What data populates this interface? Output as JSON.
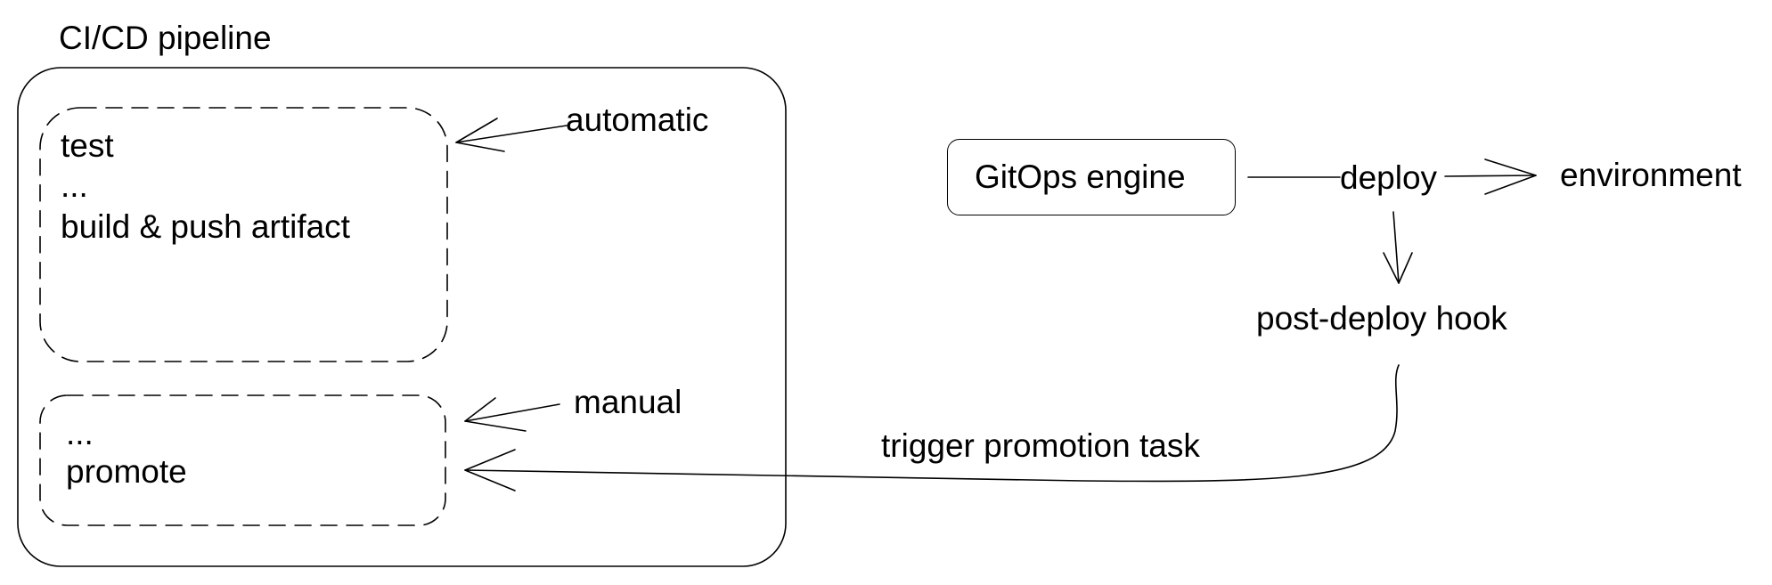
{
  "pipeline": {
    "title": "CI/CD pipeline",
    "automatic_stage": {
      "lines": [
        "test",
        "...",
        "build & push artifact"
      ],
      "trigger_label": "automatic"
    },
    "manual_stage": {
      "lines": [
        "...",
        "promote"
      ],
      "trigger_label": "manual"
    }
  },
  "gitops": {
    "engine_label": "GitOps engine",
    "deploy_label": "deploy",
    "environment_label": "environment",
    "hook_label": "post-deploy hook",
    "promotion_label": "trigger promotion task"
  },
  "colors": {
    "stroke": "#000000",
    "background": "#ffffff"
  }
}
